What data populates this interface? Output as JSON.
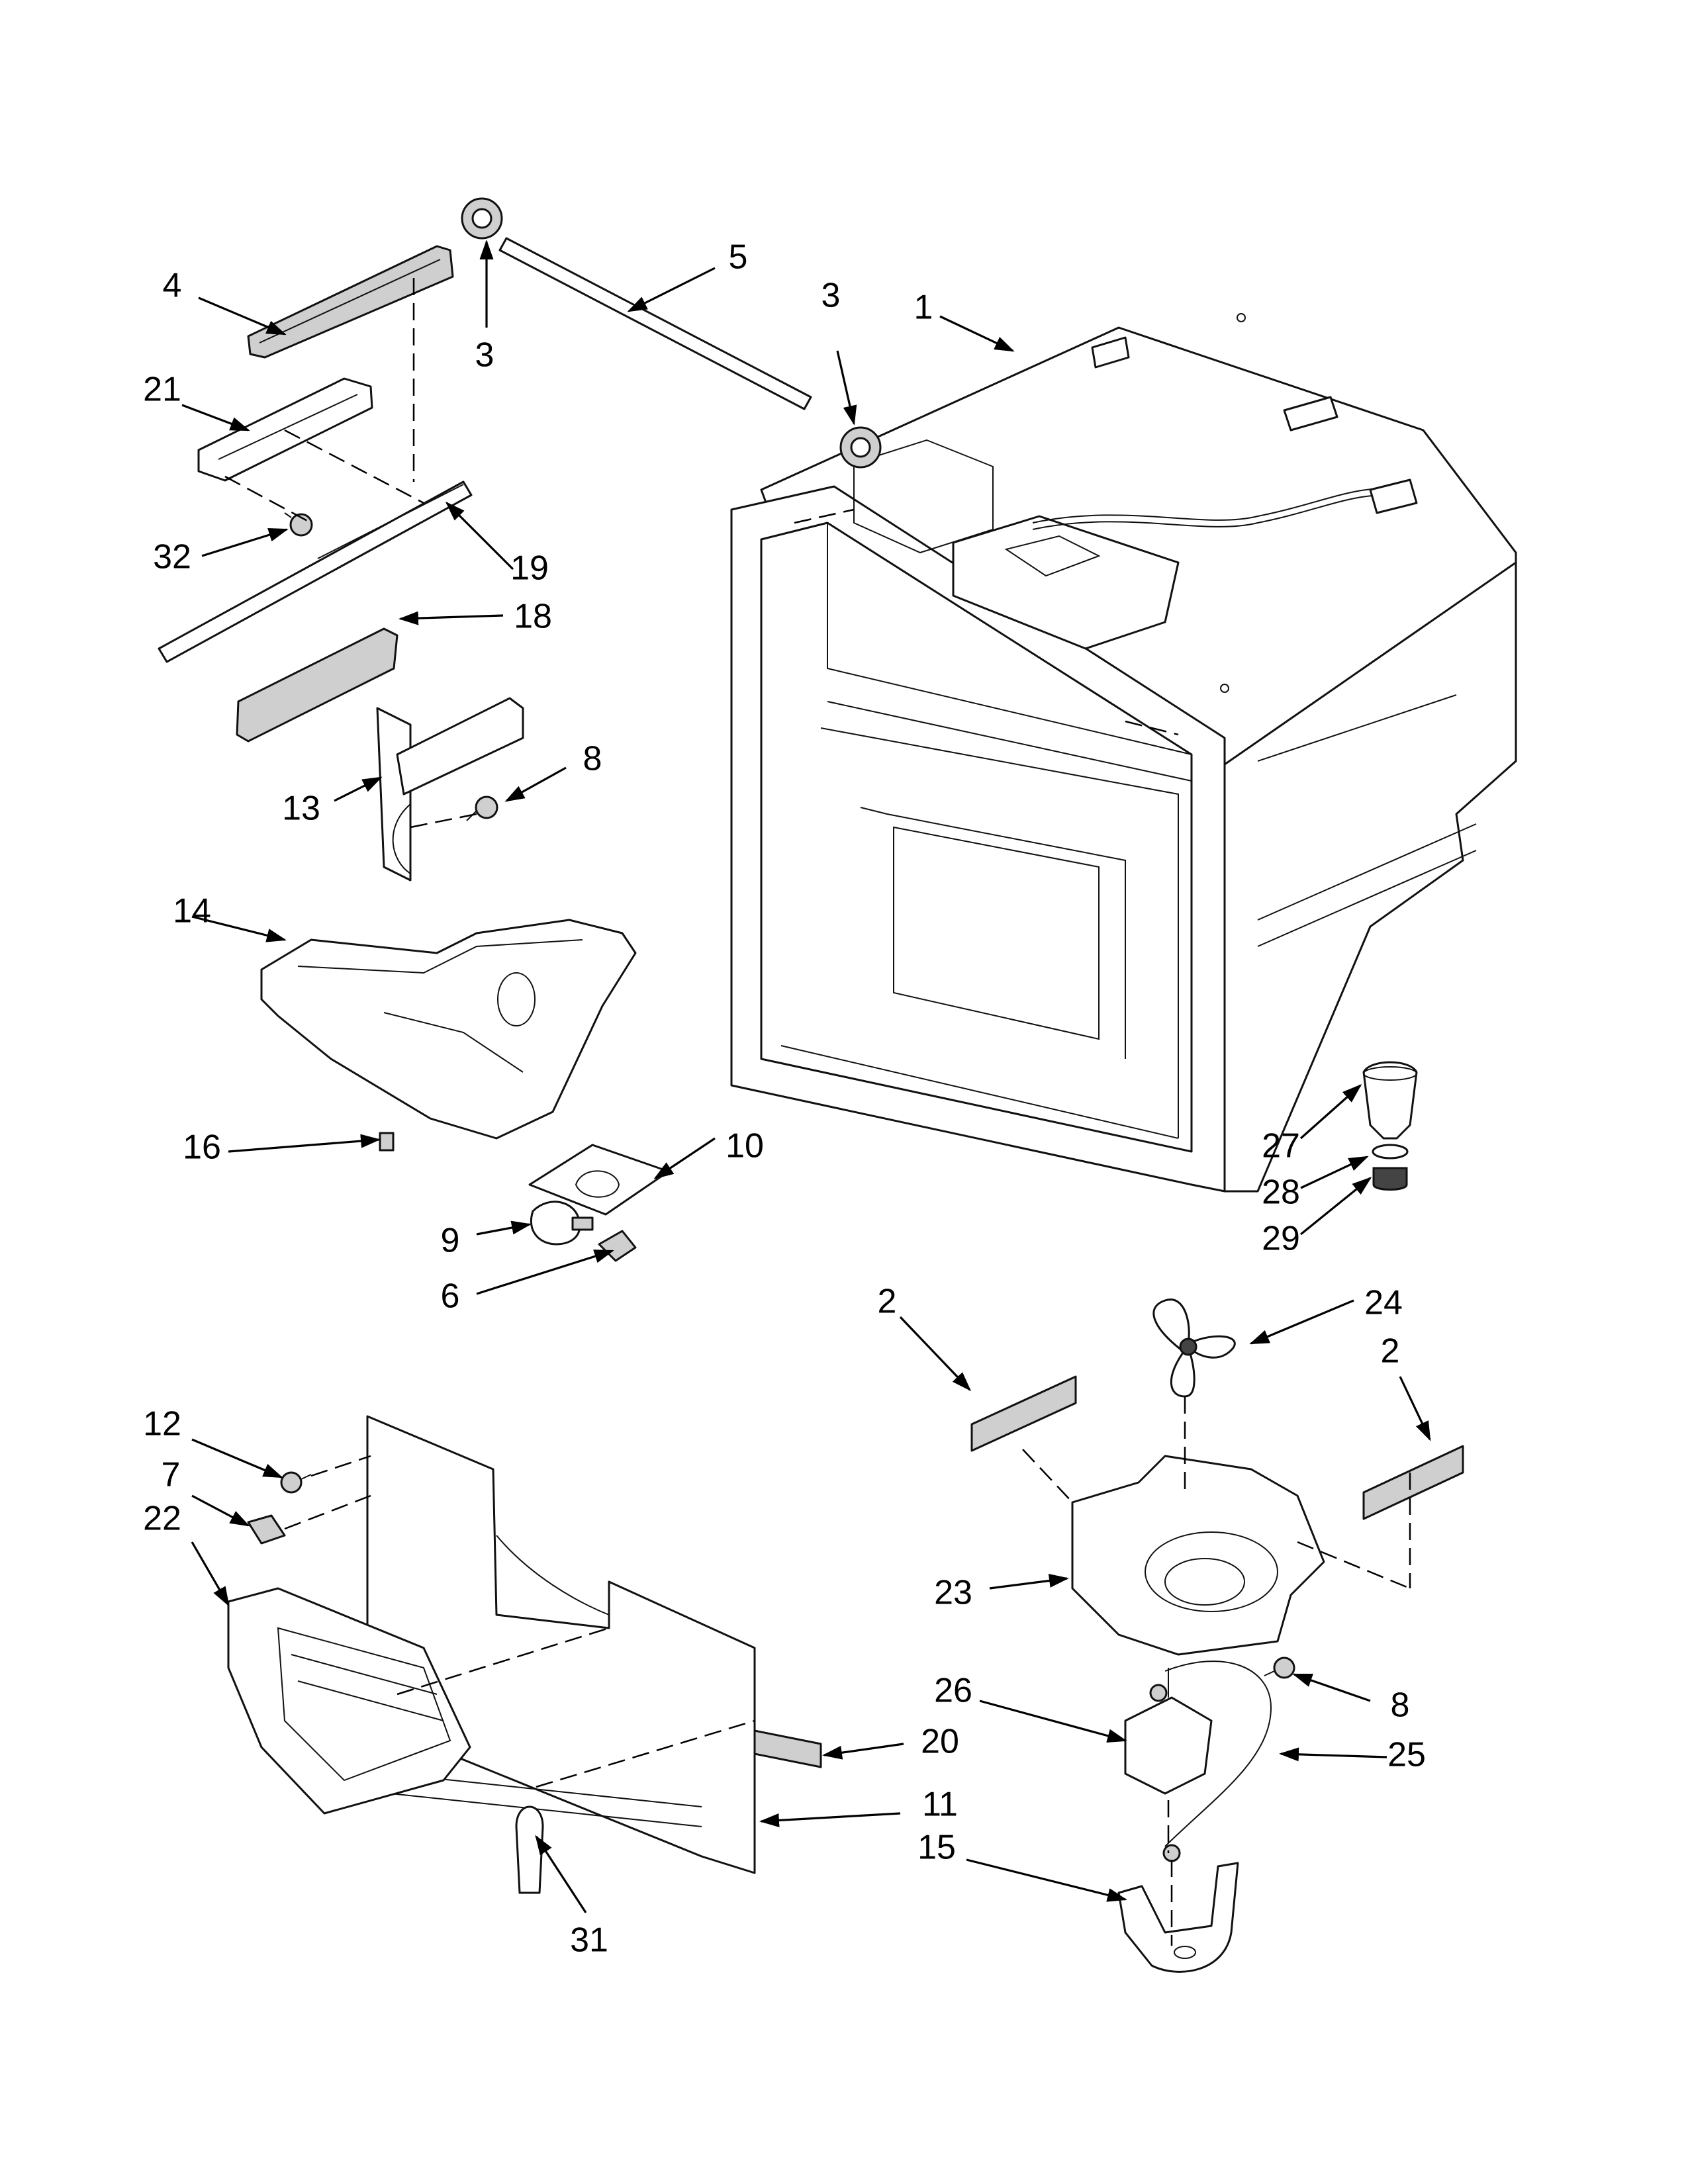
{
  "callouts": [
    {
      "id": "c1",
      "text": "1"
    },
    {
      "id": "c2a",
      "text": "2"
    },
    {
      "id": "c2b",
      "text": "2"
    },
    {
      "id": "c3a",
      "text": "3"
    },
    {
      "id": "c3b",
      "text": "3"
    },
    {
      "id": "c4",
      "text": "4"
    },
    {
      "id": "c5",
      "text": "5"
    },
    {
      "id": "c6",
      "text": "6"
    },
    {
      "id": "c7",
      "text": "7"
    },
    {
      "id": "c8a",
      "text": "8"
    },
    {
      "id": "c8b",
      "text": "8"
    },
    {
      "id": "c9",
      "text": "9"
    },
    {
      "id": "c10",
      "text": "10"
    },
    {
      "id": "c11",
      "text": "11"
    },
    {
      "id": "c12",
      "text": "12"
    },
    {
      "id": "c13",
      "text": "13"
    },
    {
      "id": "c14",
      "text": "14"
    },
    {
      "id": "c15",
      "text": "15"
    },
    {
      "id": "c16",
      "text": "16"
    },
    {
      "id": "c18",
      "text": "18"
    },
    {
      "id": "c19",
      "text": "19"
    },
    {
      "id": "c20",
      "text": "20"
    },
    {
      "id": "c21",
      "text": "21"
    },
    {
      "id": "c22",
      "text": "22"
    },
    {
      "id": "c23",
      "text": "23"
    },
    {
      "id": "c24",
      "text": "24"
    },
    {
      "id": "c25",
      "text": "25"
    },
    {
      "id": "c26",
      "text": "26"
    },
    {
      "id": "c27",
      "text": "27"
    },
    {
      "id": "c28",
      "text": "28"
    },
    {
      "id": "c29",
      "text": "29"
    },
    {
      "id": "c31",
      "text": "31"
    },
    {
      "id": "c32",
      "text": "32"
    }
  ]
}
